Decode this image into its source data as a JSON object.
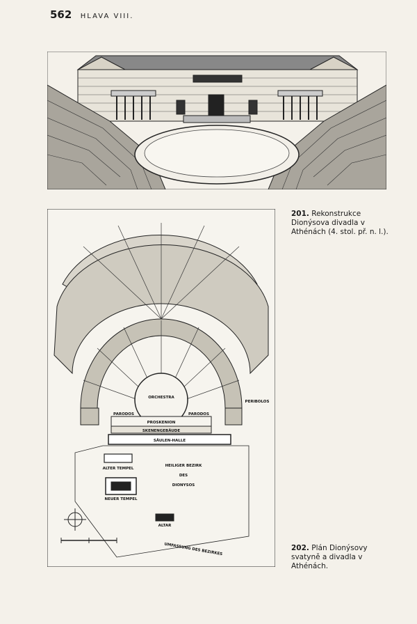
{
  "header": {
    "page_number": "562",
    "chapter": "HLAVA VIII."
  },
  "figure201": {
    "number": "201.",
    "caption": "Rekonstrukce Dionýsova divadla v Athénách (4. stol. př. n. l.)."
  },
  "figure202": {
    "number": "202.",
    "caption": "Plán Dionýsovy svatyně a divadla v Athénách.",
    "labels": {
      "orchestra": "ORCHESTRA",
      "parodos_left": "PARODOS",
      "parodos_right": "PARODOS",
      "proskenion": "PROSKENION",
      "skenengebaude": "SKENENGEBÄUDE",
      "saulen_halle": "SÄULEN-HALLE",
      "heiliger_bezirk": "HEILIGER BEZIRK",
      "des": "DES",
      "dionysos": "DIONYSOS",
      "alter_tempel": "ALTER TEMPEL",
      "neuer_tempel": "NEUER TEMPEL",
      "altar": "ALTAR",
      "peribolos": "PERIBOLOS",
      "umfassung": "UMFASSUNG DES BEZIRKES"
    }
  }
}
